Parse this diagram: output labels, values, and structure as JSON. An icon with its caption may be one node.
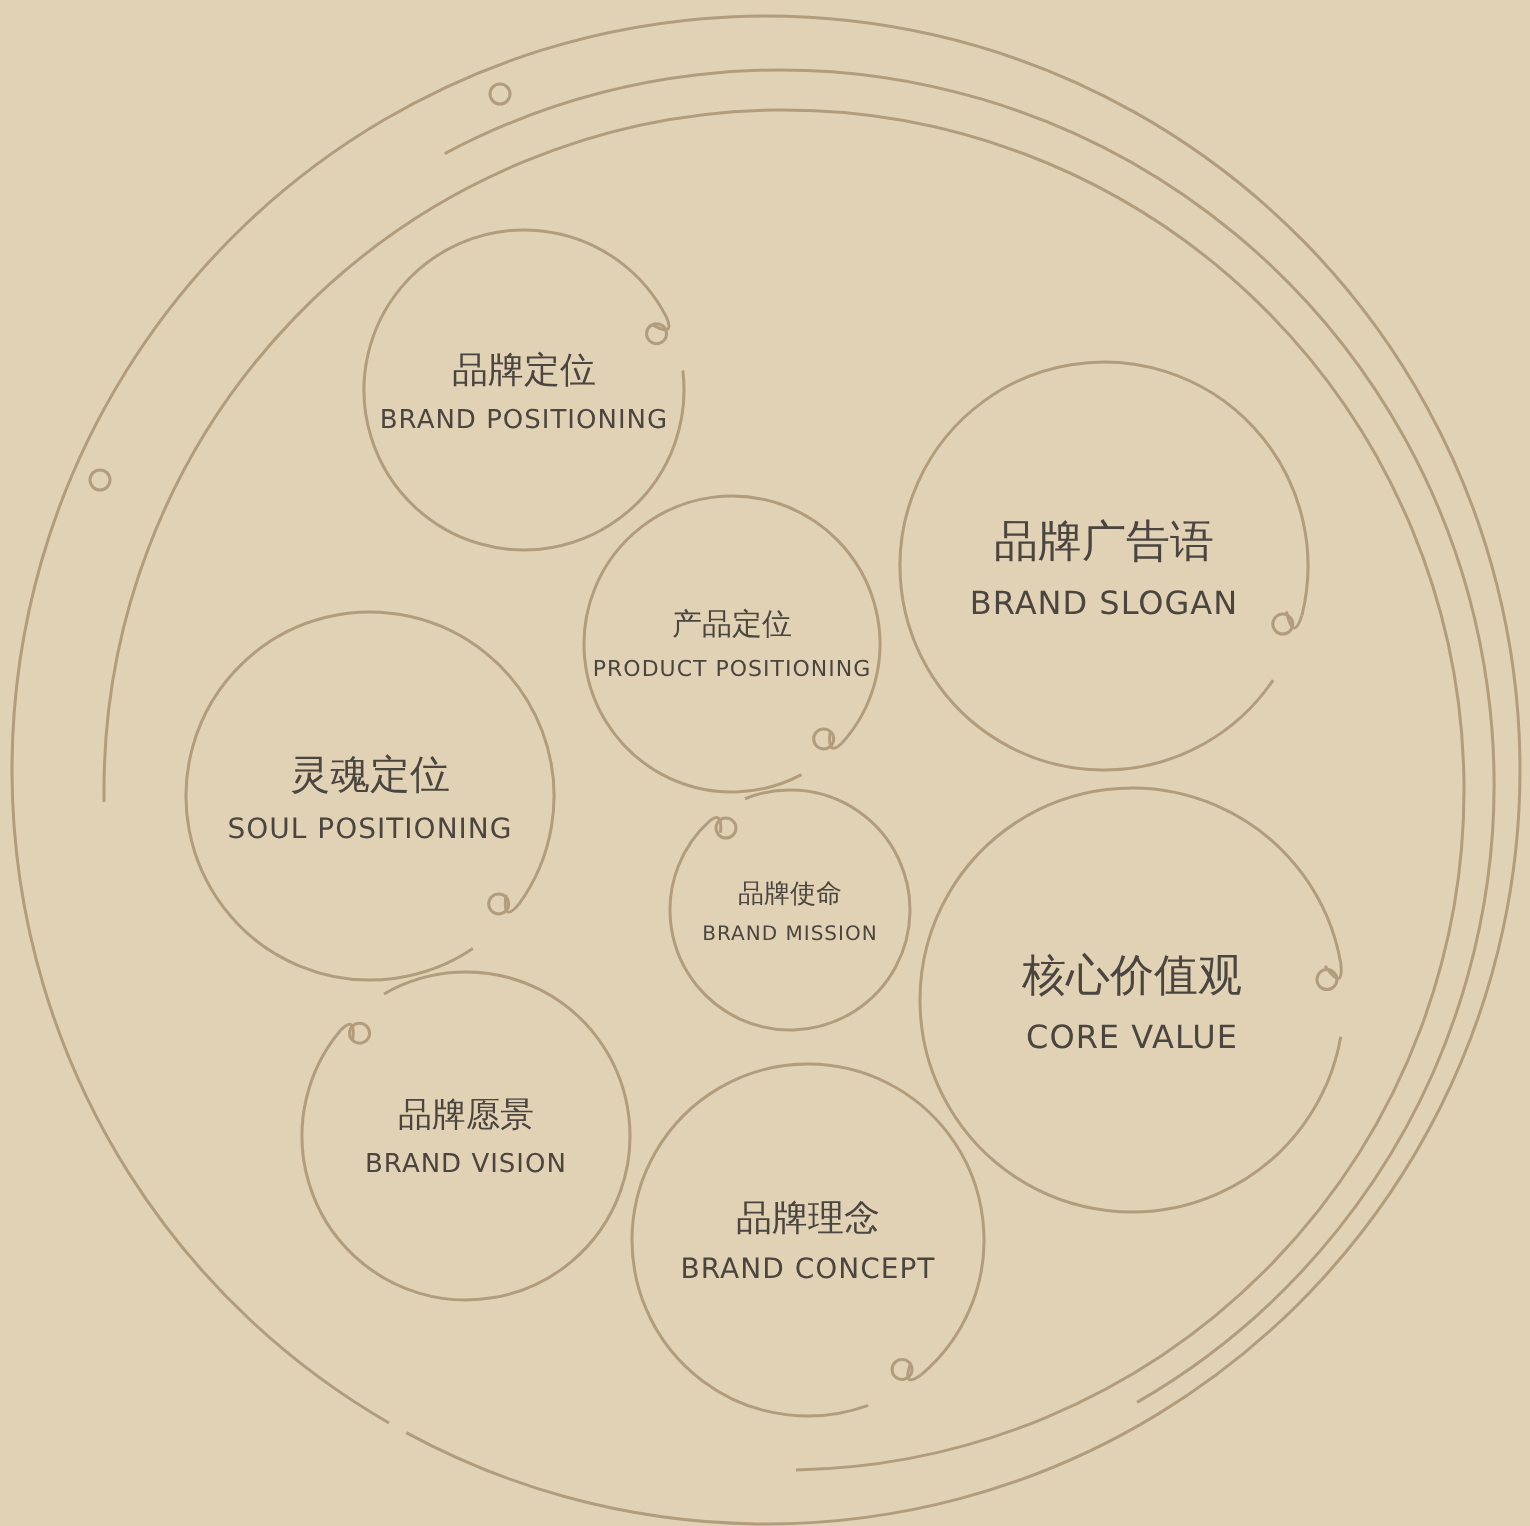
{
  "diagram": {
    "nodes": [
      {
        "text": [
          "品牌定位",
          "BRAND POSITIONING"
        ]
      },
      {
        "text": [
          "品牌广告语",
          "BRAND SLOGAN"
        ]
      },
      {
        "text": [
          "产品定位",
          "PRODUCT POSITIONING"
        ]
      },
      {
        "text": [
          "灵魂定位",
          "SOUL POSITIONING"
        ]
      },
      {
        "text": [
          "品牌使命",
          "BRAND MISSION"
        ]
      },
      {
        "text": [
          "核心价值观",
          "CORE VALUE"
        ]
      },
      {
        "text": [
          "品牌愿景",
          "BRAND VISION"
        ]
      },
      {
        "text": [
          "品牌理念",
          "BRAND CONCEPT"
        ]
      }
    ]
  }
}
